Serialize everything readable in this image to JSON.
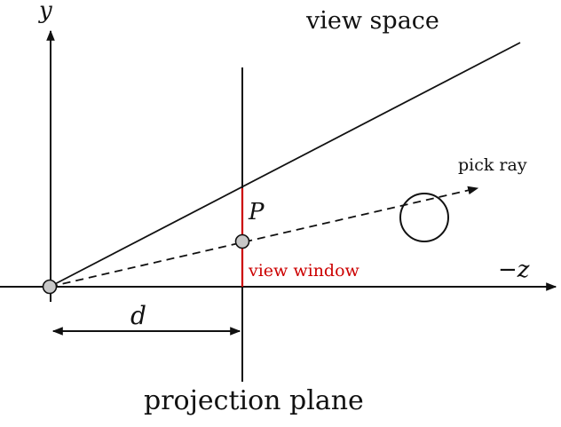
{
  "labels": {
    "view_space": "view space",
    "projection_plane": "projection plane",
    "y_axis": "y",
    "neg_z_axis": "−z",
    "distance": "d",
    "point": "P",
    "pick_ray": "pick ray",
    "view_window": "view window"
  },
  "colors": {
    "line": "#111111",
    "view_window": "#cc0000",
    "point_fill": "#c8c8c8",
    "background": "#ffffff"
  }
}
